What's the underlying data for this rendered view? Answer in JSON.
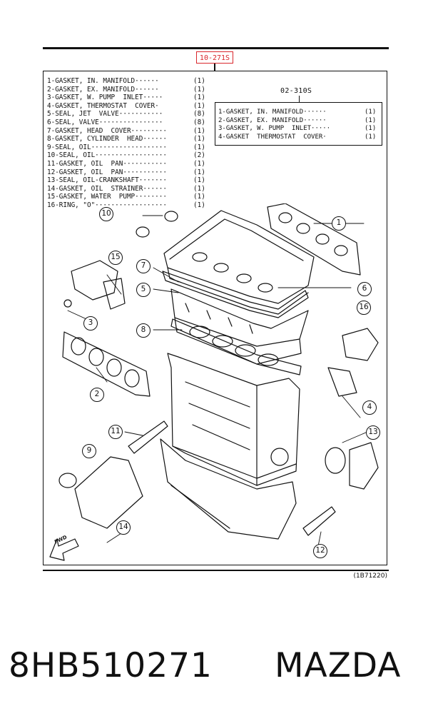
{
  "set_code": "10-271S",
  "parts_list": [
    {
      "name": "1-GASKET, IN. MANIFOLD······",
      "qty": "(1)"
    },
    {
      "name": "2-GASKET, EX. MANIFOLD······",
      "qty": "(1)"
    },
    {
      "name": "3-GASKET, W. PUMP  INLET·····",
      "qty": "(1)"
    },
    {
      "name": "4-GASKET, THERMOSTAT  COVER·",
      "qty": "(1)"
    },
    {
      "name": "5-SEAL, JET  VALVE···········",
      "qty": "(8)"
    },
    {
      "name": "6-SEAL, VALVE················",
      "qty": "(8)"
    },
    {
      "name": "7-GASKET, HEAD  COVER·········",
      "qty": "(1)"
    },
    {
      "name": "8-GASKET, CYLINDER  HEAD······",
      "qty": "(1)"
    },
    {
      "name": "9-SEAL, OIL···················",
      "qty": "(1)"
    },
    {
      "name": "10-SEAL, OIL··················",
      "qty": "(2)"
    },
    {
      "name": "11-GASKET, OIL  PAN···········",
      "qty": "(1)"
    },
    {
      "name": "12-GASKET, OIL  PAN···········",
      "qty": "(1)"
    },
    {
      "name": "13-SEAL, OIL-CRANKSHAFT·······",
      "qty": "(1)"
    },
    {
      "name": "14-GASKET, OIL  STRAINER······",
      "qty": "(1)"
    },
    {
      "name": "15-GASKET, WATER  PUMP········",
      "qty": "(1)"
    },
    {
      "name": "16-RING, \"O\"··················",
      "qty": "(1)"
    }
  ],
  "subset_code": "02-310S",
  "subset_list": [
    {
      "name": "1-GASKET, IN. MANIFOLD······",
      "qty": "(1)"
    },
    {
      "name": "2-GASKET, EX. MANIFOLD······",
      "qty": "(1)"
    },
    {
      "name": "3-GASKET, W. PUMP  INLET·····",
      "qty": "(1)"
    },
    {
      "name": "4-GASKET  THERMOSTAT  COVER·",
      "qty": "(1)"
    }
  ],
  "callouts": [
    "1",
    "2",
    "3",
    "4",
    "5",
    "6",
    "7",
    "8",
    "9",
    "10",
    "11",
    "12",
    "13",
    "14",
    "15",
    "16"
  ],
  "fwd_label": "FWD",
  "illustration_code": "(1B71220)",
  "part_number": "8HB510271",
  "brand": "MAZDA",
  "colors": {
    "highlight": "#d9262c",
    "ink": "#111111"
  }
}
